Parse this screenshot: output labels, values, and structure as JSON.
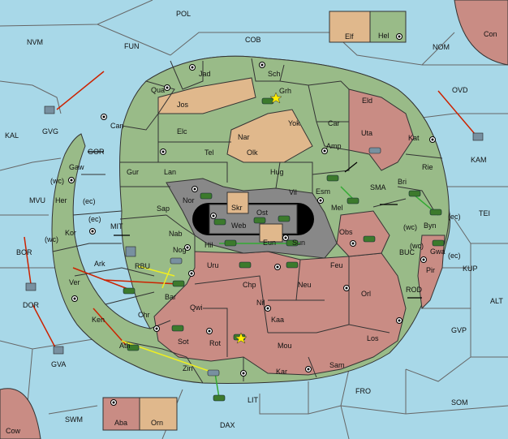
{
  "colors": {
    "sea": "#a8d8e8",
    "power_green": "#99bb88",
    "power_tan": "#e0b88c",
    "power_red": "#c98c84",
    "neutral_grey": "#888888",
    "move_order": "#cc2200",
    "support_order": "#33aa33",
    "convoy_order": "#eeee22"
  },
  "labels": {
    "POL": "POL",
    "NVM": "NVM",
    "FUN": "FUN",
    "COB": "COB",
    "NOM": "NOM",
    "Con": "Con",
    "OVD": "OVD",
    "KAL": "KAL",
    "GVG": "GVG",
    "GOR": "GOR",
    "MVU": "MVU",
    "BOR": "BOR",
    "DOR": "DOR",
    "GVA": "GVA",
    "KAM": "KAM",
    "TEI": "TEI",
    "KUP": "KUP",
    "ALT": "ALT",
    "GVP": "GVP",
    "BUC": "BUC",
    "ROD": "ROD",
    "SMA": "SMA",
    "MIT": "MIT",
    "RBU": "RBU",
    "FRO": "FRO",
    "SOM": "SOM",
    "LIT": "LIT",
    "DAX": "DAX",
    "SWM": "SWM",
    "Cow": "Cow",
    "Elf": "Elf",
    "Hel": "Hel",
    "Aba": "Aba",
    "Orn": "Orn",
    "Jad": "Jad",
    "Sch": "Sch",
    "Qua": "Qua",
    "Jos": "Jos",
    "Grh": "Grh",
    "Eld": "Eld",
    "Can": "Can",
    "Elc": "Elc",
    "Nar": "Nar",
    "Yok": "Yok",
    "Car": "Car",
    "Uta": "Uta",
    "Kat": "Kat",
    "Tel": "Tel",
    "Olk": "Olk",
    "Amp": "Amp",
    "Gaw": "Gaw",
    "Gur": "Gur",
    "Lan": "Lan",
    "Hug": "Hug",
    "Rie": "Rie",
    "Bri": "Bri",
    "Esm": "Esm",
    "Vil": "Vil",
    "Nor": "Nor",
    "Skr": "Skr",
    "Ost": "Ost",
    "Her": "Her",
    "Sap": "Sap",
    "Web": "Web",
    "Mel": "Mel",
    "Byn": "Byn",
    "Kor": "Kor",
    "Nab": "Nab",
    "Eun": "Eun",
    "Sun": "Sun",
    "Obs": "Obs",
    "Hil": "Hil",
    "Nog": "Nog",
    "Gwa": "Gwa",
    "Ark": "Ark",
    "Uru": "Uru",
    "Feu": "Feu",
    "Pir": "Pir",
    "Ver": "Ver",
    "Bar": "Bar",
    "Chp": "Chp",
    "Neu": "Neu",
    "Orl": "Orl",
    "Qwi": "Qwi",
    "Nil": "Nil",
    "Chr": "Chr",
    "Ken": "Ken",
    "Kaa": "Kaa",
    "Ath": "Ath",
    "Sot": "Sot",
    "Rot": "Rot",
    "Mou": "Mou",
    "Los": "Los",
    "Zin": "Zin",
    "Kar": "Kar",
    "Sam": "Sam",
    "wc1": "(wc)",
    "ec1": "(ec)",
    "ec2": "(ec)",
    "wc2": "(wc)",
    "wc3": "(wc)",
    "ec3": "(ec)",
    "wc4": "(wc)",
    "ec4": "(ec)"
  }
}
